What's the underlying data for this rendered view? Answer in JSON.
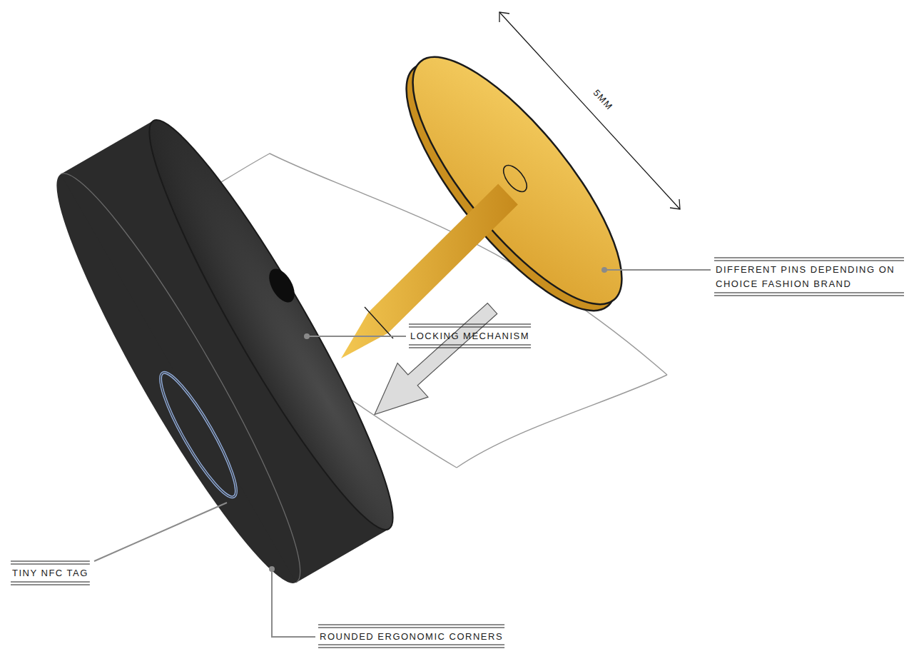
{
  "diagram": {
    "labels": [
      "5MM",
      "DIFFERENT PINS DEPENDING ON CHOICE FASHION BRAND",
      "LOCKING MECHANISM",
      "TINY NFC TAG",
      "ROUNDED ERGONOMIC CORNERS"
    ]
  }
}
